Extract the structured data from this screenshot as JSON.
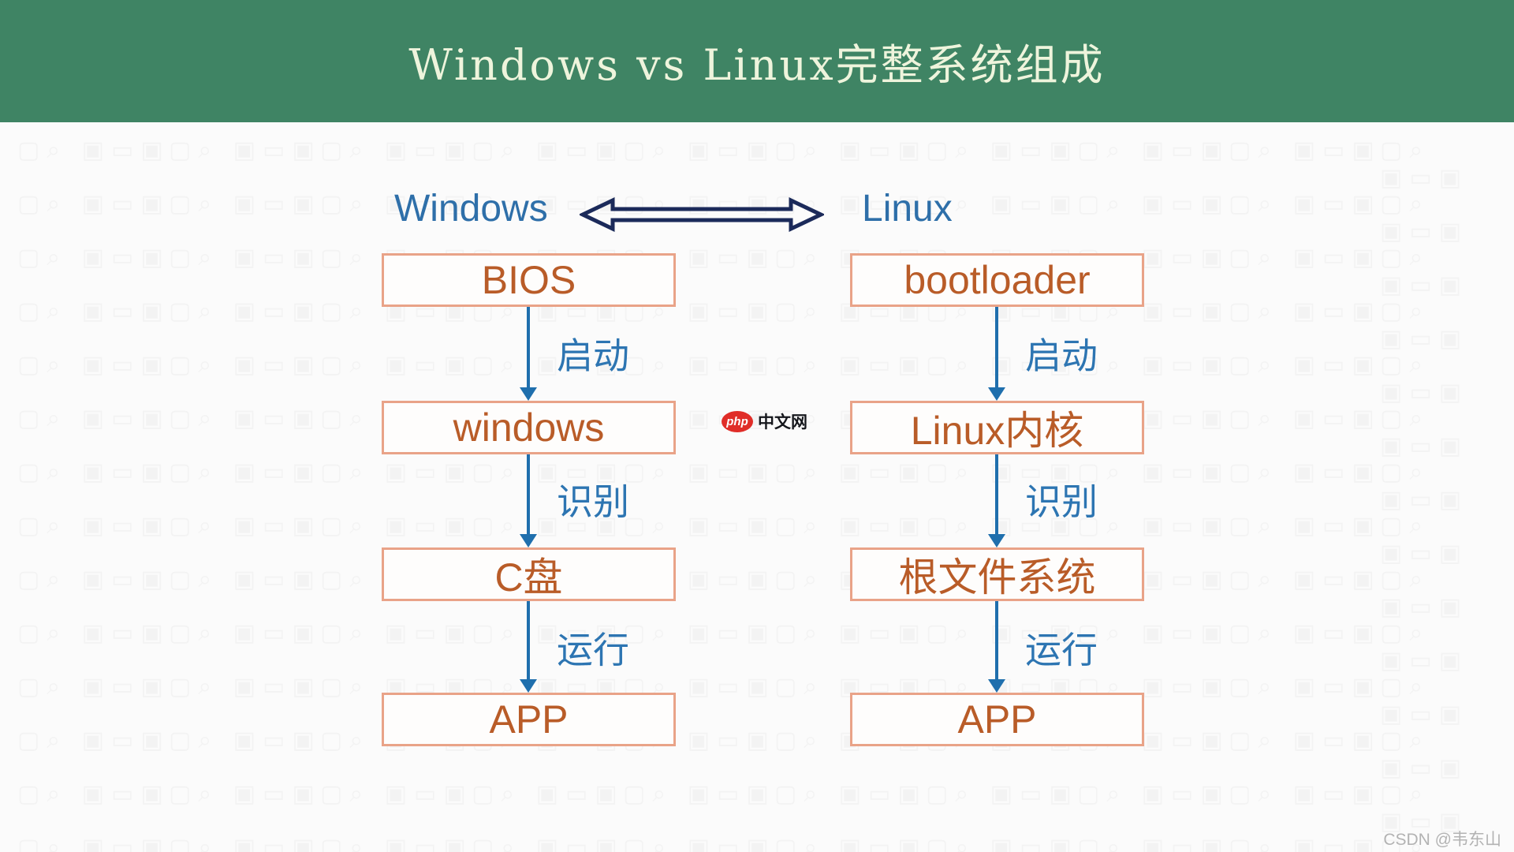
{
  "header": {
    "title": "Windows vs Linux完整系统组成",
    "bg_color": "#3f8464",
    "text_color": "#eef4dc"
  },
  "diagram": {
    "columns": [
      {
        "id": "windows",
        "header": "Windows",
        "boxes": [
          "BIOS",
          "windows",
          "C盘",
          "APP"
        ],
        "arrow_labels": [
          "启动",
          "识别",
          "运行"
        ]
      },
      {
        "id": "linux",
        "header": "Linux",
        "boxes": [
          "bootloader",
          "Linux内核",
          "根文件系统",
          "APP"
        ],
        "arrow_labels": [
          "启动",
          "识别",
          "运行"
        ]
      }
    ],
    "colors": {
      "box_border": "#e9a388",
      "box_text": "#b95c28",
      "flow_arrow": "#1f6fad",
      "flow_label": "#2d75b2",
      "column_header": "#2e6fa9",
      "double_arrow": "#1b2a5a"
    }
  },
  "center_watermark": {
    "badge_text": "php",
    "site_text": "中文网",
    "badge_color": "#e02d28"
  },
  "watermark": {
    "tile_text": "▢⌕ ▣▭▣"
  },
  "credit": "CSDN @韦东山"
}
